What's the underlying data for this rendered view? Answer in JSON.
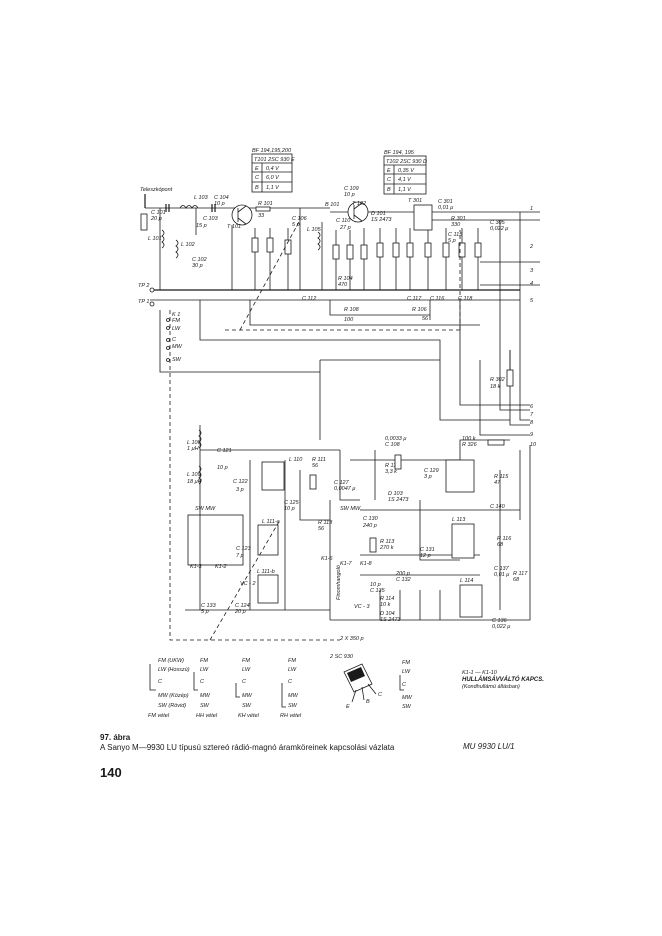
{
  "figure": {
    "number": "97. ábra",
    "title": "A Sanyo M—9930 LU típusú sztereó rádió-magnó áramköreinek kapcsolási vázlata",
    "code": "MU 9930 LU/1",
    "page_number": "140"
  },
  "transistor_tables": [
    {
      "header": "BF 194,195,200",
      "title": "T101 2SC 930 E",
      "rows": [
        [
          "E",
          "0,4 V"
        ],
        [
          "C",
          "6,0 V"
        ],
        [
          "B",
          "1,1 V"
        ]
      ]
    },
    {
      "header": "BF 194, 195",
      "title": "T102 2SC 930 D",
      "rows": [
        [
          "E",
          "0,35 V"
        ],
        [
          "C",
          "4,1 V"
        ],
        [
          "B",
          "1,1 V"
        ]
      ]
    }
  ],
  "components": {
    "antenna": "Teleszkópont",
    "c101": "C 101",
    "c101v": "20 p",
    "l101": "L 101",
    "l103": "L 103",
    "c103": "C 103",
    "c103v": "15 p",
    "c104": "C 104",
    "c104v": "10 p",
    "l102": "L 102",
    "c102": "C 102",
    "c102v": "30 p",
    "t101": "T 101",
    "r101": "R 101",
    "r101v": "33",
    "c106": "C 106",
    "c106v": "5 p",
    "l105": "L 105",
    "c109": "C 109",
    "c109v": "10 p",
    "b101": "B 101",
    "t102": "T 102",
    "c110": "C 110",
    "c110v": "27 p",
    "d101": "D 101",
    "d101v": "1S 2473",
    "r104": "R 104",
    "r104v": "470",
    "t301": "T 301",
    "c301": "C 301",
    "c301v": "0,01 μ",
    "r301": "R 301",
    "r301v": "330",
    "c115": "C 115",
    "c115v": "5 p",
    "c305": "C 305",
    "c305v": "0,022 μ",
    "r302": "R 302",
    "r302v": "18 k",
    "c116": "C 116",
    "c117": "C 117",
    "c118": "C 118",
    "r106": "R 106",
    "r106v": "56",
    "r108": "R 108",
    "r108v": "100",
    "c112": "C 112",
    "tp2": "TP 2",
    "tp1": "TP 1",
    "k1": "K 1",
    "l108": "L 108",
    "l108v": "1 μH",
    "c121": "C 121",
    "c121v": "10 p",
    "l109": "L 109",
    "l109v": "18 μH",
    "c122": "C 122",
    "c122v": "3 p",
    "l110": "L 110",
    "r111": "R 111",
    "r111v": "56",
    "c127": "C 127",
    "c127v": "0,0047 μ",
    "c125": "C 125",
    "c125v": "10 p",
    "r118": "R 118",
    "r118v": "56",
    "l111a": "L 111-a",
    "l111b": "L 111-b",
    "c123": "C 123",
    "c123v": "7 p",
    "vc2": "VC - 2",
    "c124": "C 124",
    "c124v": "20 p",
    "c133": "C 133",
    "c133v": "5 p",
    "c108": "C 108",
    "c108v": "0,0033 μ",
    "r112": "R 112",
    "r112v": "3,3 k",
    "c129": "C 129",
    "c129v": "3 p",
    "d103": "D 103",
    "d103v": "1S 2473",
    "r326": "R 326",
    "r326v": "100 k",
    "r115": "R 115",
    "r115v": "47",
    "c140": "C 140",
    "c130": "C 130",
    "c130v": "240 p",
    "r113": "R 113",
    "r113v": "270 k",
    "l113": "L 113",
    "c131": "C 131",
    "c131v": "12 p",
    "r116": "R 116",
    "r116v": "68",
    "c137": "C 137",
    "c137v": "0,01 μ",
    "r117": "R 117",
    "r117v": "68",
    "c132": "C 132",
    "c132v": "200 p",
    "c135": "C 135",
    "c135v": "10 p",
    "r114": "R 114",
    "r114v": "10 k",
    "d104": "D 104",
    "d104v": "1S 2473",
    "l114": "L 114",
    "c136": "C 136",
    "c136v": "0,022 μ",
    "vc3": "VC - 3",
    "finom": "Finomhangoló",
    "cap2x350": "2 X 350 p",
    "sw_mw": "SW MW",
    "k11": "K1-1",
    "k12": "K1-2",
    "k13": "K1-3",
    "k16": "K1-6",
    "k17": "K1-7",
    "k18": "K1-8",
    "fm": "FM",
    "mw": "MW",
    "lw": "LW",
    "sw": "SW",
    "c": "C"
  },
  "connector_numbers": [
    "1",
    "2",
    "3",
    "4",
    "5",
    "6",
    "7",
    "8",
    "9",
    "10"
  ],
  "legend": {
    "groups": [
      {
        "items": [
          "FM (UKW)",
          "LW (Hosszú)",
          "C",
          "MW (Közép)",
          "SW (Rövid)"
        ],
        "caption": "FM vétel"
      },
      {
        "items": [
          "FM",
          "LW",
          "C",
          "MW",
          "SW"
        ],
        "caption": "HH vétel"
      },
      {
        "items": [
          "FM",
          "LW",
          "C",
          "MW",
          "SW"
        ],
        "caption": "KH vétel"
      },
      {
        "items": [
          "FM",
          "LW",
          "C",
          "MW",
          "SW"
        ],
        "caption": "RH vétel"
      }
    ],
    "transistor_label": "2 SC 930",
    "pins": [
      "E",
      "B",
      "C"
    ],
    "switch_items": [
      "FM",
      "LW",
      "C",
      "MW",
      "SW"
    ],
    "switch_title": "K1-1 — K1-10",
    "switch_desc": "HULLÁMSÁVVÁLTÓ KAPCS.",
    "switch_note": "(Kondhullámú állásban)"
  }
}
